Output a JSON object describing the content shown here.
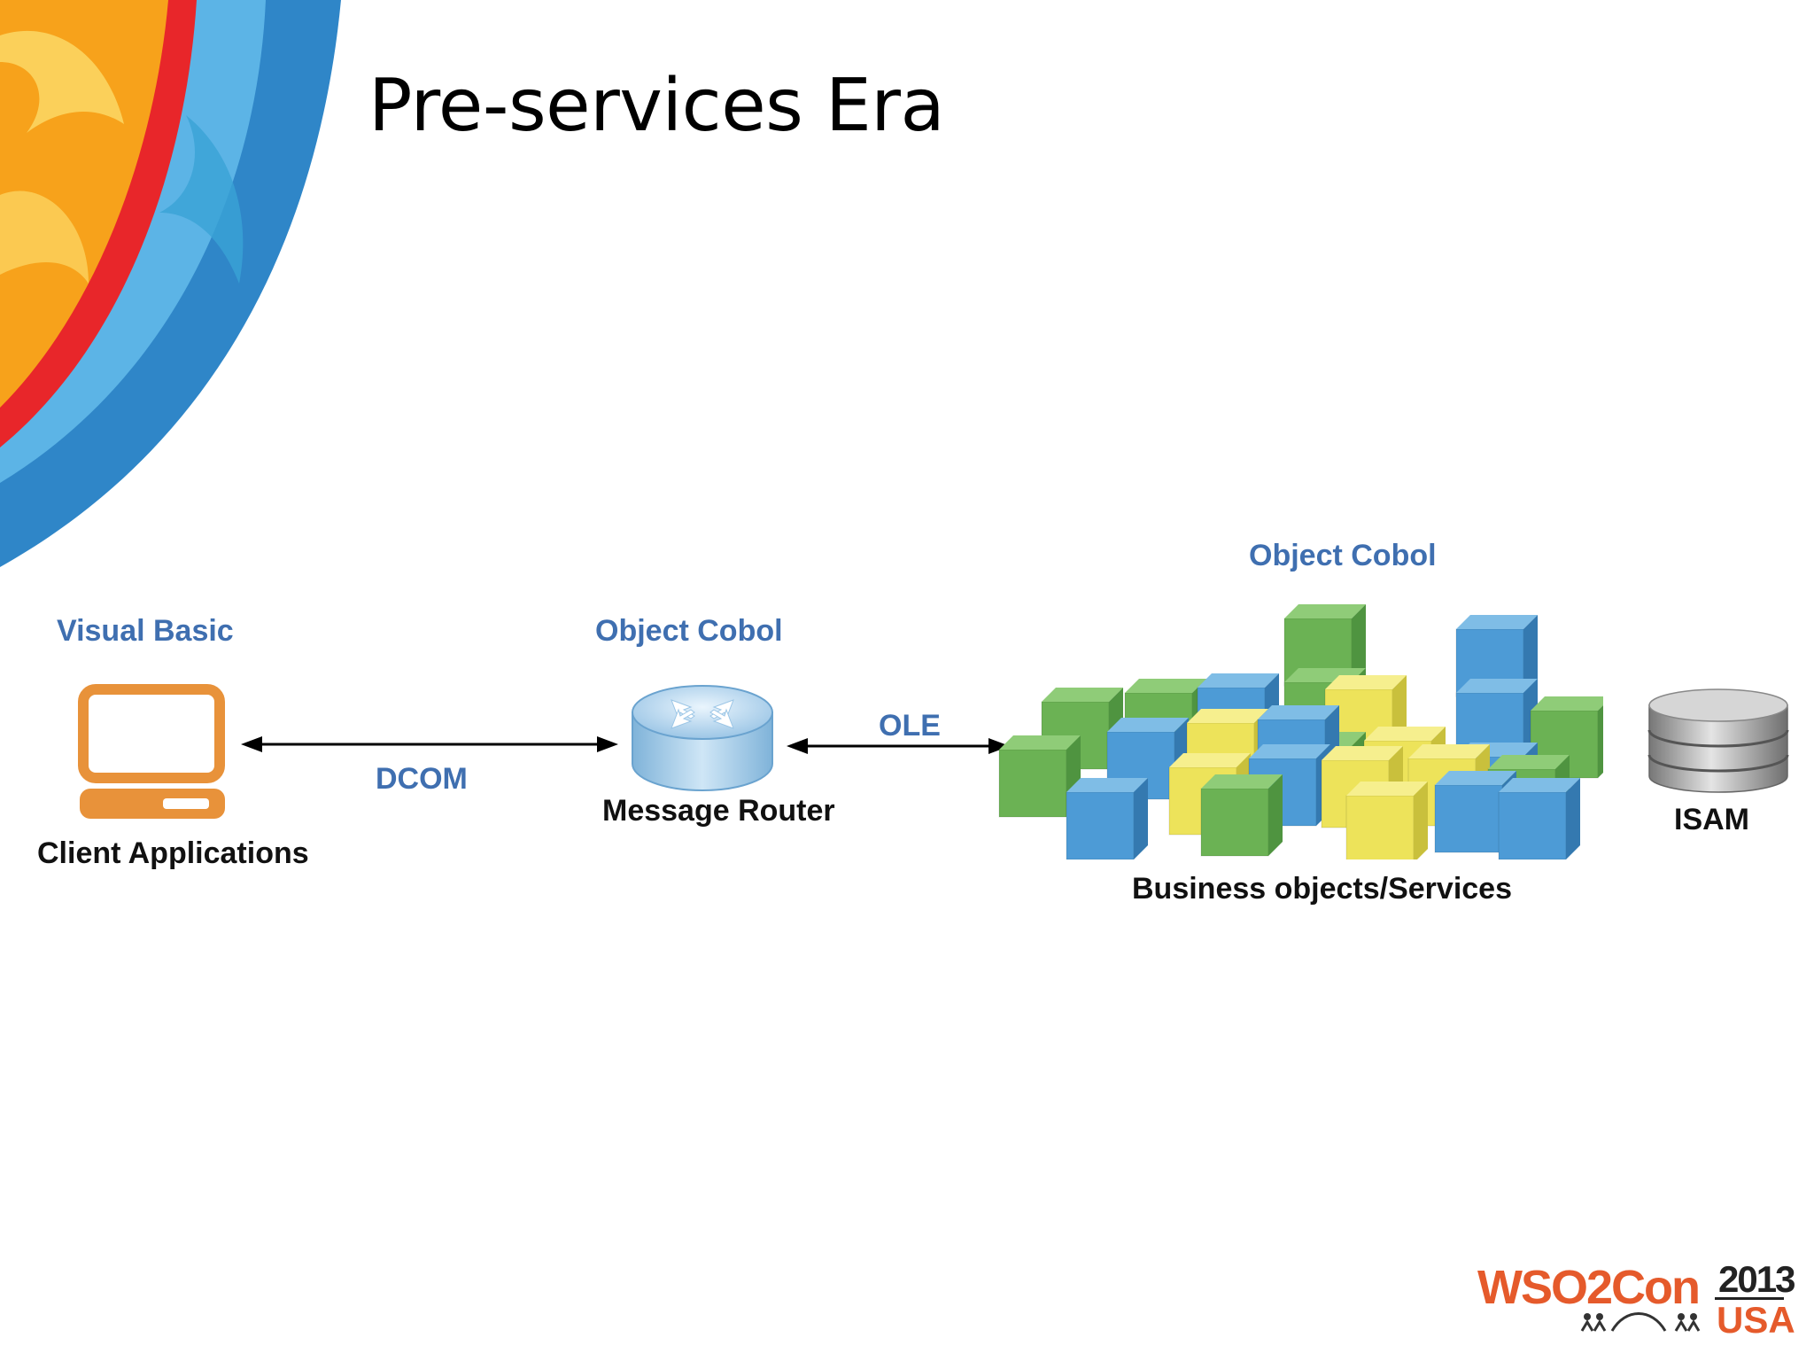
{
  "slide": {
    "title": "Pre-services Era"
  },
  "colors": {
    "accent_blue": "#3f6fb0",
    "computer_orange": "#e8923a",
    "cube_green": "#6bb254",
    "cube_blue": "#4d9bd6",
    "cube_yellow": "#ede35a",
    "logo_orange": "#e55a2b"
  },
  "diagram": {
    "client": {
      "tech": "Visual Basic",
      "label": "Client Applications",
      "icon": "computer-icon"
    },
    "router": {
      "tech": "Object Cobol",
      "label": "Message Router",
      "icon": "router-icon"
    },
    "services": {
      "tech": "Object Cobol",
      "label": "Business objects/Services",
      "icon": "cubes-cluster"
    },
    "database": {
      "label": "ISAM",
      "icon": "database-icon"
    },
    "connections": [
      {
        "from": "client",
        "to": "router",
        "label": "DCOM"
      },
      {
        "from": "router",
        "to": "services",
        "label": "OLE"
      }
    ]
  },
  "logo": {
    "brand": "WSO2Con",
    "year": "2013",
    "location": "USA"
  }
}
